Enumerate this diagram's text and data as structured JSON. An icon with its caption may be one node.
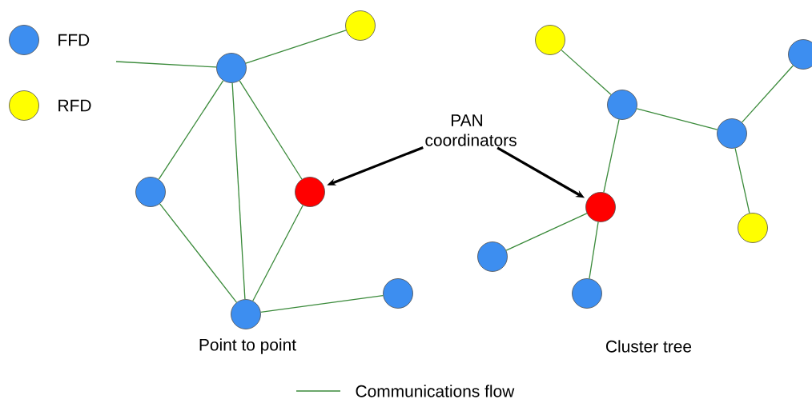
{
  "diagram": {
    "nodes": [
      {
        "text": [],
        "shape": "circle"
      },
      {
        "text": [],
        "shape": "circle"
      },
      {
        "text": [],
        "shape": "circle"
      },
      {
        "text": [],
        "shape": "circle"
      },
      {
        "text": [],
        "shape": "circle"
      },
      {
        "text": [],
        "shape": "circle"
      },
      {
        "text": [],
        "shape": "circle"
      },
      {
        "text": [],
        "shape": "circle"
      },
      {
        "text": [],
        "shape": "circle"
      },
      {
        "text": [],
        "shape": "circle"
      },
      {
        "text": [],
        "shape": "circle"
      },
      {
        "text": [],
        "shape": "circle"
      },
      {
        "text": [],
        "shape": "circle"
      },
      {
        "text": [],
        "shape": "circle"
      },
      {
        "text": [
          "PAN coordinators"
        ]
      }
    ],
    "edges": [
      {
        "from": null,
        "to": 0,
        "arrow": "none"
      },
      {
        "from": 0,
        "to": 1,
        "arrow": "none"
      },
      {
        "from": 0,
        "to": 2,
        "arrow": "none"
      },
      {
        "from": 0,
        "to": 4,
        "arrow": "none"
      },
      {
        "from": 0,
        "to": 3,
        "arrow": "none"
      },
      {
        "from": 2,
        "to": 4,
        "arrow": "none"
      },
      {
        "from": 3,
        "to": 4,
        "arrow": "none"
      },
      {
        "from": 4,
        "to": 5,
        "arrow": "none"
      },
      {
        "from": 6,
        "to": 7,
        "arrow": "none"
      },
      {
        "from": 7,
        "to": 9,
        "arrow": "none"
      },
      {
        "from": 7,
        "to": 10,
        "arrow": "none"
      },
      {
        "from": 9,
        "to": 8,
        "arrow": "none"
      },
      {
        "from": 9,
        "to": 11,
        "arrow": "none"
      },
      {
        "from": 10,
        "to": 12,
        "arrow": "none"
      },
      {
        "from": 10,
        "to": 13,
        "arrow": "none"
      },
      {
        "from": 14,
        "to": 3,
        "arrow": "to",
        "style": "thick",
        "color": "#000000"
      },
      {
        "from": 14,
        "to": 10,
        "arrow": "to",
        "style": "thick",
        "color": "#000000"
      }
    ],
    "labels": [
      "Point to point",
      "Cluster tree"
    ],
    "legend": [
      {
        "text": "FFD",
        "color": "#3d8ef0"
      },
      {
        "text": "RFD",
        "color": "#ffff00"
      },
      {
        "text": "Communications flow"
      }
    ]
  }
}
